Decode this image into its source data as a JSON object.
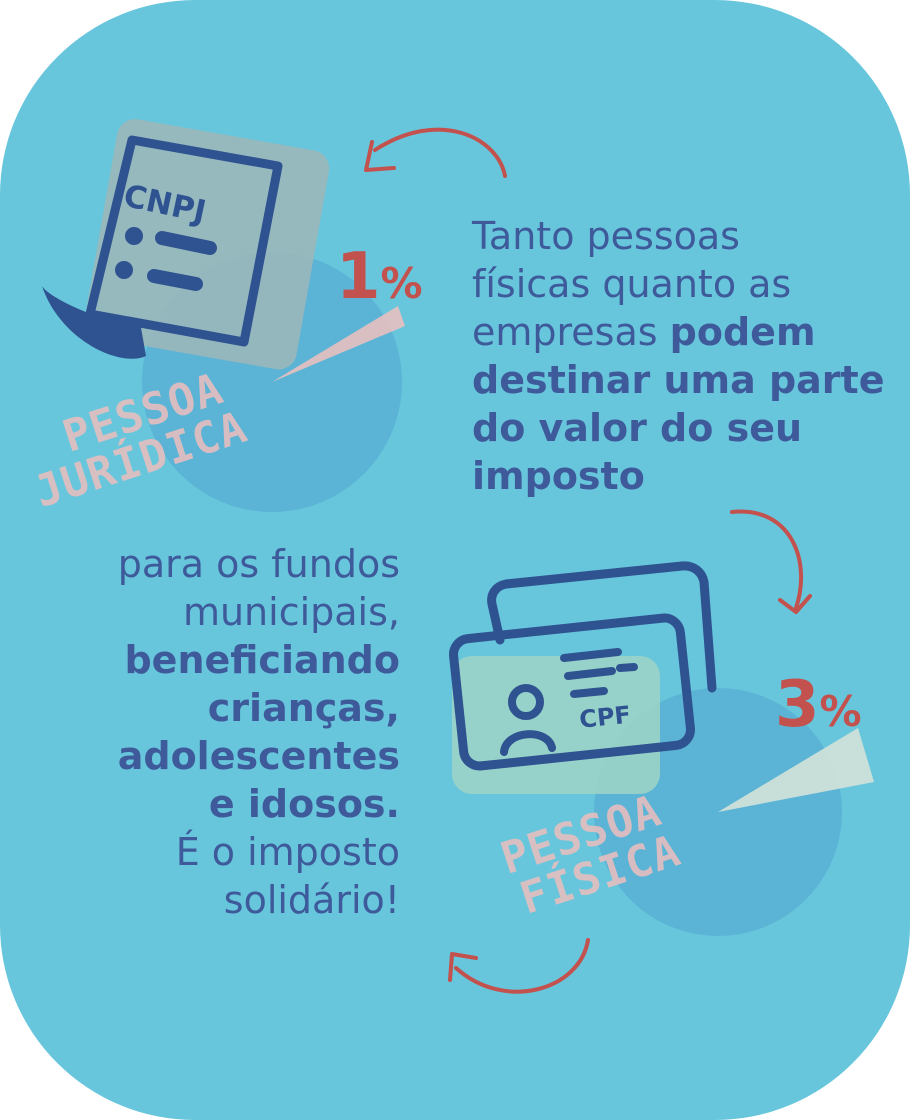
{
  "paragraph_top": {
    "line1": "Tanto pessoas",
    "line2": "físicas quanto as",
    "line3_normal": "empresas ",
    "line3_bold": "podem",
    "line4_bold": "destinar uma parte",
    "line5_bold": "do valor do seu",
    "line6_bold": "imposto"
  },
  "paragraph_bottom": {
    "line1": "para os fundos",
    "line2": "municipais,",
    "line3_bold": "beneficiando",
    "line4_bold": "crianças,",
    "line5_bold": "adolescentes",
    "line6_bold": "e idosos.",
    "line7": "É o imposto",
    "line8": "solidário!"
  },
  "juridica": {
    "document_label": "CNPJ",
    "percent_number": "1",
    "percent_sign": "%",
    "label_line1": "PESSOA",
    "label_line2": "JURÍDICA",
    "slice_fraction": 0.01
  },
  "fisica": {
    "card_label": "CPF",
    "percent_number": "3",
    "percent_sign": "%",
    "label_line1": "PESSOA",
    "label_line2": "FÍSICA",
    "slice_fraction": 0.03
  },
  "colors": {
    "background": "#67c6dc",
    "text": "#3e5a9a",
    "accent_red": "#c3514d",
    "icon_navy": "#2f5290",
    "pie": "#5bb4d6",
    "slice": "#e8c0c0"
  },
  "icons": [
    "document-icon",
    "id-card-icon",
    "curved-arrow-icon",
    "pie-chart-icon"
  ]
}
